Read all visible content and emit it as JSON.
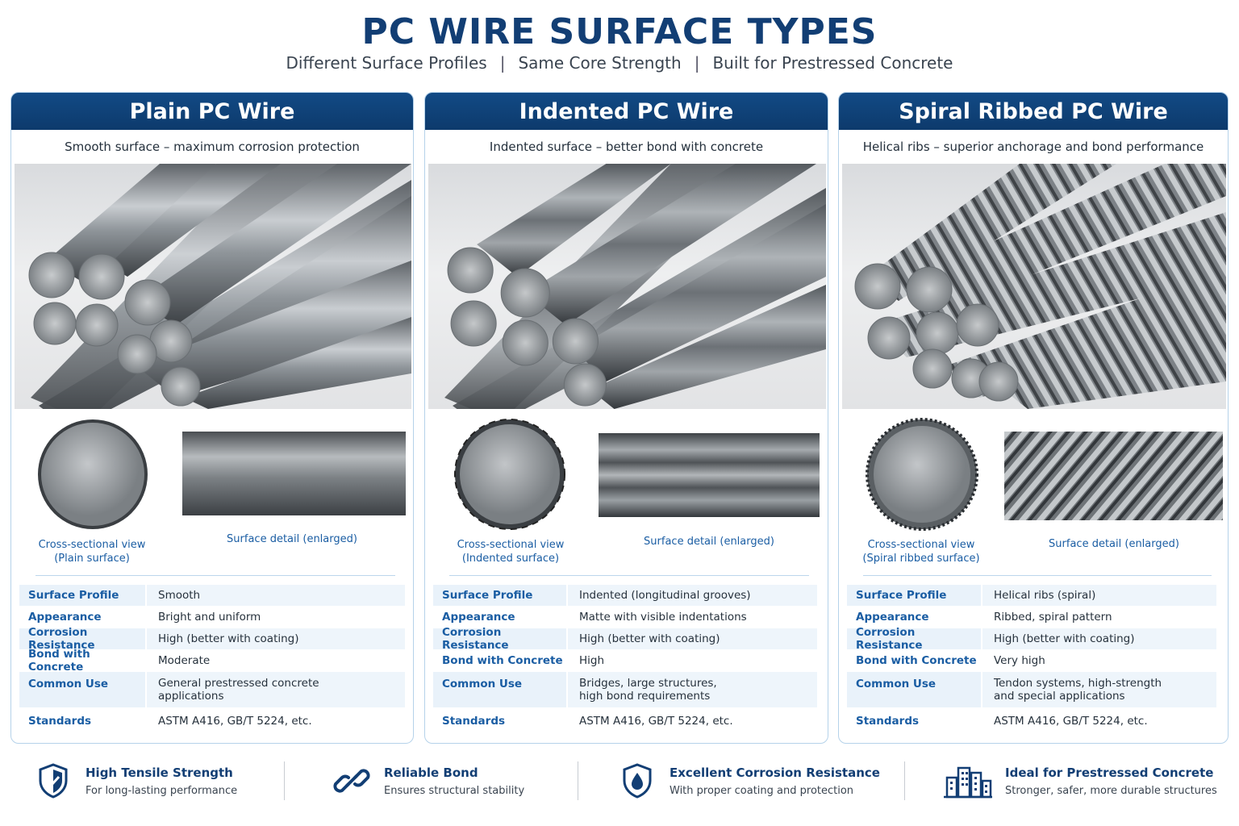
{
  "page": {
    "title": "PC WIRE SURFACE TYPES",
    "subtitle": [
      "Different Surface Profiles",
      "Same Core Strength",
      "Built for Prestressed Concrete"
    ],
    "separator": "|"
  },
  "cards": [
    {
      "title": "Plain PC Wire",
      "tagline": "Smooth surface – maximum corrosion protection",
      "xsec_caption_1": "Cross-sectional view",
      "xsec_caption_2": "(Plain surface)",
      "detail_caption": "Surface detail (enlarged)",
      "specs": [
        {
          "key": "Surface Profile",
          "value": "Smooth"
        },
        {
          "key": "Appearance",
          "value": "Bright and uniform"
        },
        {
          "key": "Corrosion Resistance",
          "value": "High (better with coating)"
        },
        {
          "key": "Bond with Concrete",
          "value": "Moderate"
        },
        {
          "key": "Common Use",
          "value_1": "General prestressed concrete",
          "value_2": "applications"
        },
        {
          "key": "Standards",
          "value": "ASTM A416, GB/T 5224, etc."
        }
      ]
    },
    {
      "title": "Indented PC Wire",
      "tagline": "Indented surface – better bond with concrete",
      "xsec_caption_1": "Cross-sectional view",
      "xsec_caption_2": "(Indented surface)",
      "detail_caption": "Surface detail (enlarged)",
      "specs": [
        {
          "key": "Surface Profile",
          "value": "Indented (longitudinal grooves)"
        },
        {
          "key": "Appearance",
          "value": "Matte with visible indentations"
        },
        {
          "key": "Corrosion Resistance",
          "value": "High (better with coating)"
        },
        {
          "key": "Bond with Concrete",
          "value": "High"
        },
        {
          "key": "Common Use",
          "value_1": "Bridges, large structures,",
          "value_2": "high bond requirements"
        },
        {
          "key": "Standards",
          "value": "ASTM A416, GB/T 5224, etc."
        }
      ]
    },
    {
      "title": "Spiral Ribbed PC Wire",
      "tagline": "Helical ribs – superior anchorage and bond performance",
      "xsec_caption_1": "Cross-sectional view",
      "xsec_caption_2": "(Spiral ribbed surface)",
      "detail_caption": "Surface detail (enlarged)",
      "specs": [
        {
          "key": "Surface Profile",
          "value": "Helical ribs (spiral)"
        },
        {
          "key": "Appearance",
          "value": "Ribbed, spiral pattern"
        },
        {
          "key": "Corrosion Resistance",
          "value": "High (better with coating)"
        },
        {
          "key": "Bond with Concrete",
          "value": "Very high"
        },
        {
          "key": "Common Use",
          "value_1": "Tendon systems, high-strength",
          "value_2": "and special applications"
        },
        {
          "key": "Standards",
          "value": "ASTM A416, GB/T 5224, etc."
        }
      ]
    }
  ],
  "features": [
    {
      "icon": "shield-check-icon",
      "title": "High Tensile Strength",
      "subtitle": "For long-lasting performance"
    },
    {
      "icon": "chain-link-icon",
      "title": "Reliable Bond",
      "subtitle": "Ensures structural stability"
    },
    {
      "icon": "shield-drop-icon",
      "title": "Excellent Corrosion Resistance",
      "subtitle": "With proper coating and protection"
    },
    {
      "icon": "buildings-icon",
      "title": "Ideal for Prestressed Concrete",
      "subtitle": "Stronger, safer, more durable structures"
    }
  ],
  "colors": {
    "primary": "#123e74",
    "header": "#0d3a6c",
    "accent": "#1a5da3",
    "border": "#b5d2ea"
  }
}
